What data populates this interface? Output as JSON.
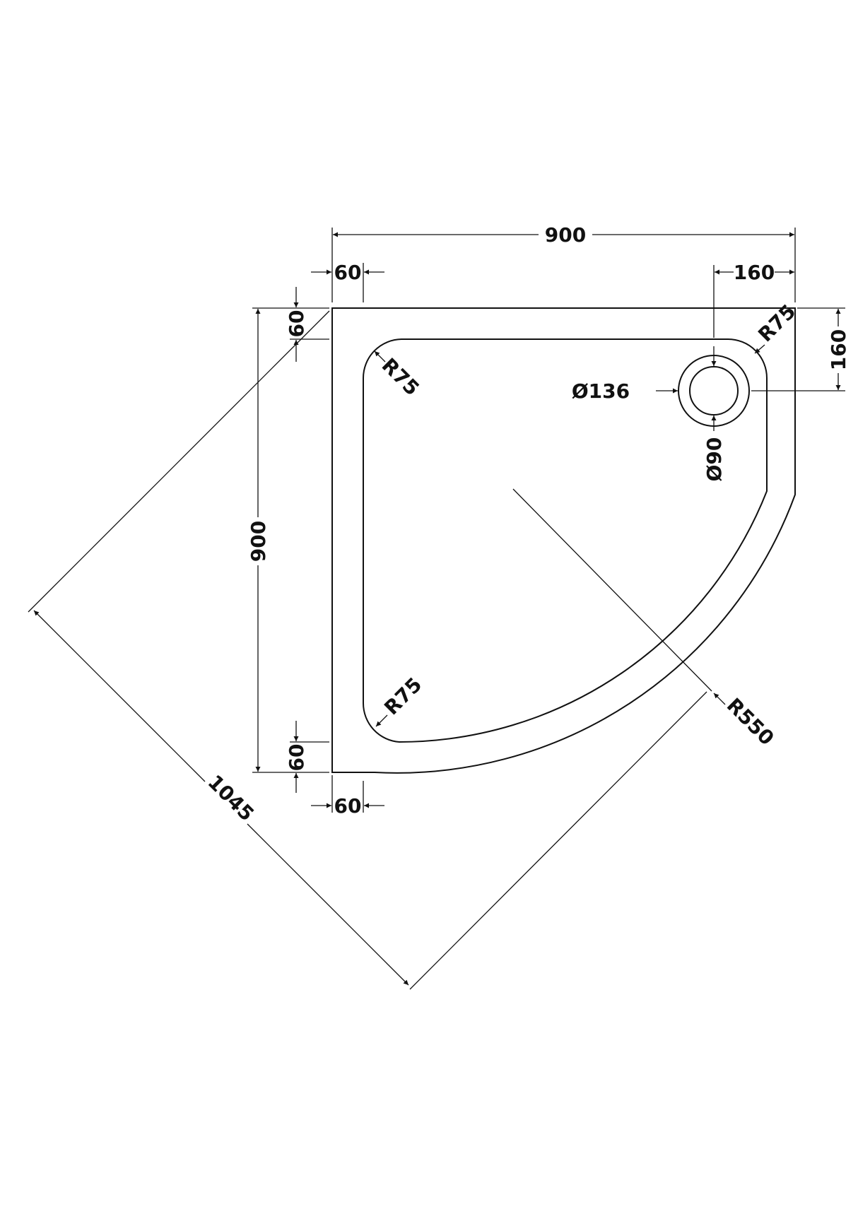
{
  "dimensions": {
    "overall_width": "900",
    "overall_depth": "900",
    "upright_top_offset": "60",
    "upright_left_offset": "60",
    "upright_bottom_offset": "60",
    "upright_bottom_left_offset": "60",
    "waste_from_right": "160",
    "waste_from_top": "160",
    "corner_radius_top_right": "R75",
    "corner_radius_top_left": "R75",
    "corner_radius_bottom_left": "R75",
    "curve_radius": "R550",
    "waste_outer_diameter": "Ø136",
    "waste_inner_diameter": "Ø90",
    "diagonal_length": "1045"
  },
  "colors": {
    "line": "#111111",
    "background": "#ffffff"
  }
}
